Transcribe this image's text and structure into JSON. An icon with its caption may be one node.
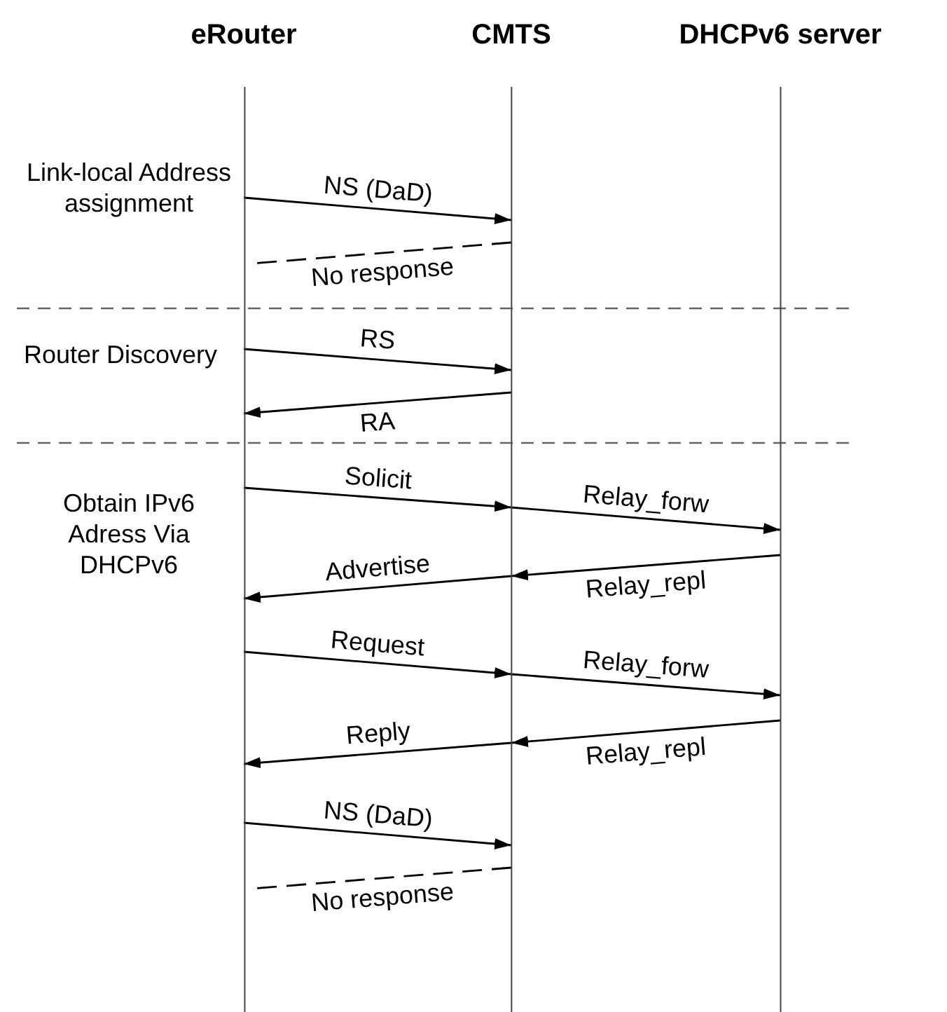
{
  "diagram": {
    "nodes": [
      {
        "text": [
          "eRouter"
        ]
      },
      {
        "text": [
          "CMTS"
        ]
      },
      {
        "text": [
          "DHCPv6 server"
        ]
      }
    ],
    "edges": [
      {
        "from": 0,
        "to": 1,
        "arrow": "to",
        "label": "NS (DaD)"
      },
      {
        "from": 1,
        "to": 0,
        "arrow": "none",
        "label": "No response",
        "style": "dashed"
      },
      {
        "from": 0,
        "to": 1,
        "arrow": "to",
        "label": "RS"
      },
      {
        "from": 1,
        "to": 0,
        "arrow": "to",
        "label": "RA"
      },
      {
        "from": 0,
        "to": 1,
        "arrow": "to",
        "label": "Solicit"
      },
      {
        "from": 1,
        "to": 2,
        "arrow": "to",
        "label": "Relay_forw"
      },
      {
        "from": 1,
        "to": 0,
        "arrow": "to",
        "label": "Advertise"
      },
      {
        "from": 2,
        "to": 1,
        "arrow": "to",
        "label": "Relay_repl"
      },
      {
        "from": 0,
        "to": 1,
        "arrow": "to",
        "label": "Request"
      },
      {
        "from": 1,
        "to": 2,
        "arrow": "to",
        "label": "Relay_forw"
      },
      {
        "from": 1,
        "to": 0,
        "arrow": "to",
        "label": "Reply"
      },
      {
        "from": 2,
        "to": 1,
        "arrow": "to",
        "label": "Relay_repl"
      },
      {
        "from": 0,
        "to": 1,
        "arrow": "to",
        "label": "NS (DaD)"
      },
      {
        "from": 1,
        "to": 0,
        "arrow": "none",
        "label": "No response",
        "style": "dashed"
      }
    ],
    "labels": [
      "Link-local Address assignment",
      "Router Discovery",
      "Obtain IPv6 Adress Via DHCPv6"
    ]
  }
}
